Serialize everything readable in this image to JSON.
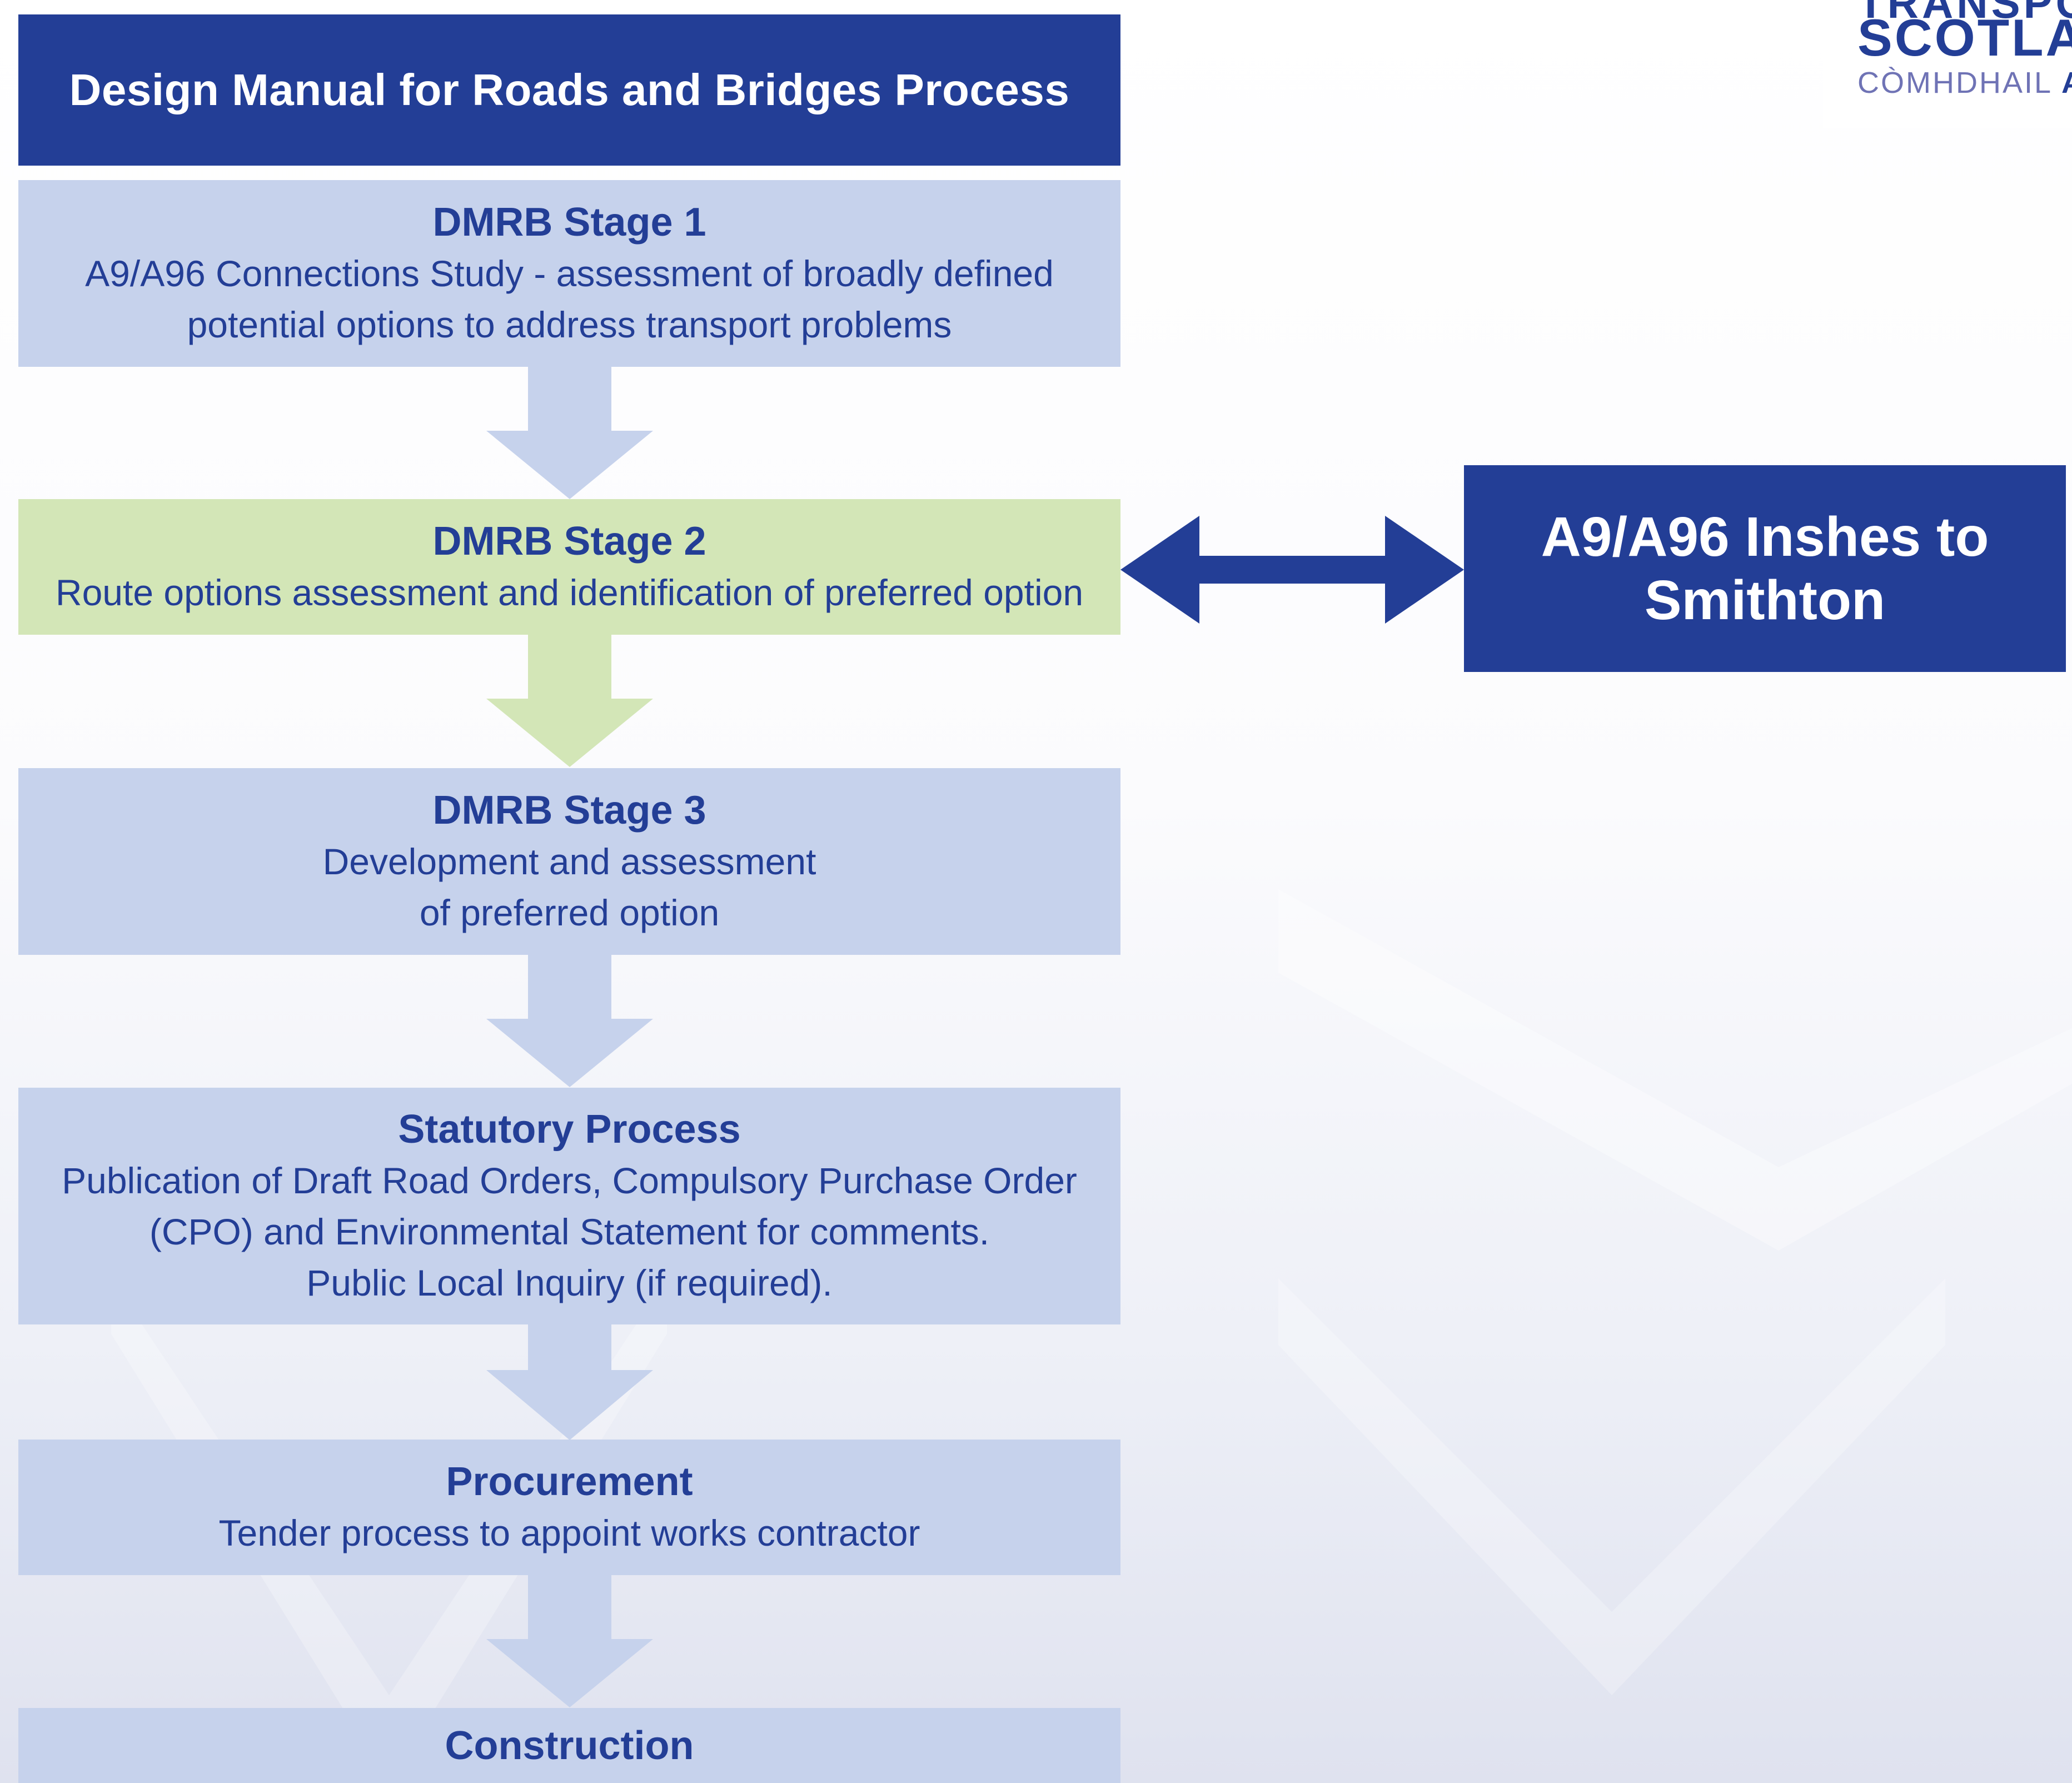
{
  "title": "Design Manual for Roads and Bridges Process",
  "logo": {
    "line1": "TRANSPO",
    "line2": "SCOTLAN",
    "line3_regular": "CÒMHDHAIL ",
    "line3_bold": "A"
  },
  "stages": [
    {
      "title": "DMRB Stage 1",
      "description": "A9/A96 Connections Study - assessment of broadly defined\npotential options to address transport problems",
      "highlight": false
    },
    {
      "title": "DMRB Stage 2",
      "description": "Route options assessment and identification of preferred option",
      "highlight": true
    },
    {
      "title": "DMRB Stage 3",
      "description": "Development and assessment\nof preferred option",
      "highlight": false
    },
    {
      "title": "Statutory Process",
      "description": "Publication of Draft Road Orders, Compulsory Purchase Order\n(CPO) and Environmental Statement for comments.\nPublic Local Inquiry (if required).",
      "highlight": false
    },
    {
      "title": "Procurement",
      "description": "Tender process to appoint works contractor",
      "highlight": false
    },
    {
      "title": "Construction",
      "description": "",
      "highlight": false
    }
  ],
  "linked_project": "A9/A96 Inshes to\nSmithton",
  "colors": {
    "navy": "#233e96",
    "stage_blue": "#c6d2ec",
    "stage_green": "#d3e6b7",
    "logo_grey": "#6f73b5"
  }
}
